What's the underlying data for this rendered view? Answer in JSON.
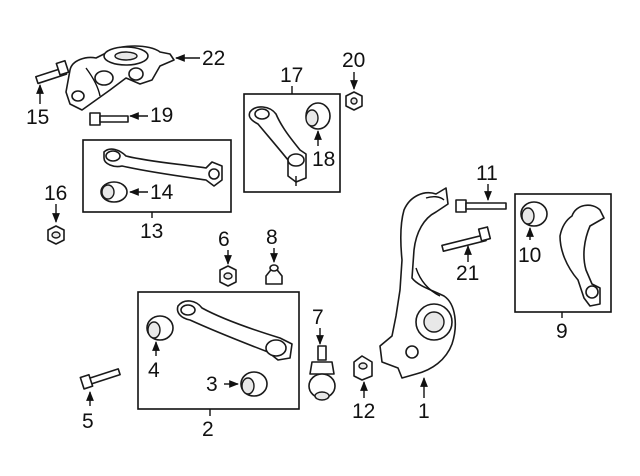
{
  "diagram": {
    "type": "exploded-parts-diagram",
    "callouts": {
      "c1": "1",
      "c2": "2",
      "c3": "3",
      "c4": "4",
      "c5": "5",
      "c6": "6",
      "c7": "7",
      "c8": "8",
      "c9": "9",
      "c10": "10",
      "c11": "11",
      "c12": "12",
      "c13": "13",
      "c14": "14",
      "c15": "15",
      "c16": "16",
      "c17": "17",
      "c18": "18",
      "c19": "19",
      "c20": "20",
      "c21": "21",
      "c22": "22"
    },
    "colors": {
      "line": "#1a1a1a",
      "background": "#ffffff",
      "shade": "#e8e8e8"
    }
  }
}
